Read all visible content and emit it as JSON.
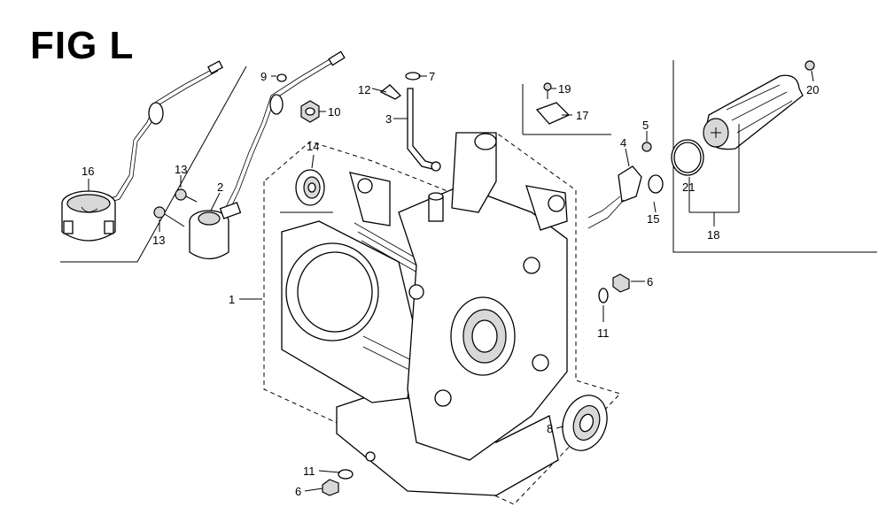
{
  "figure": {
    "title": "FIG L"
  },
  "callouts": {
    "c1": "1",
    "c2": "2",
    "c3": "3",
    "c4": "4",
    "c5": "5",
    "c6a": "6",
    "c6b": "6",
    "c7": "7",
    "c8": "8",
    "c9": "9",
    "c10": "10",
    "c11a": "11",
    "c11b": "11",
    "c12": "12",
    "c13a": "13",
    "c13b": "13",
    "c14": "14",
    "c15": "15",
    "c16": "16",
    "c17": "17",
    "c18": "18",
    "c19": "19",
    "c20": "20",
    "c21": "21"
  }
}
